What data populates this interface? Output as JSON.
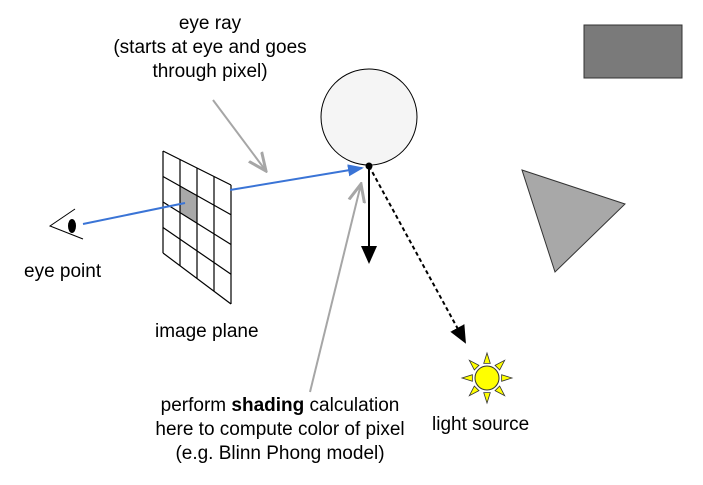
{
  "labels": {
    "eye_ray": [
      "eye ray",
      "(starts at eye and goes",
      "through pixel)"
    ],
    "eye_point": "eye point",
    "image_plane": "image plane",
    "light_source": "light source",
    "shading": {
      "pre": "perform ",
      "bold": "shading",
      "post": " calculation",
      "line2": "here to compute color of pixel",
      "line3": "(e.g. Blinn Phong model)"
    }
  },
  "colors": {
    "ray": "#3a74d6",
    "pointer": "#a6a6a6",
    "sphere": "#f5f5f5",
    "box": "#7a7a7a",
    "triangle": "#a8a8a8",
    "sun": "#ffff00",
    "pixel": "#a8a8a8"
  }
}
